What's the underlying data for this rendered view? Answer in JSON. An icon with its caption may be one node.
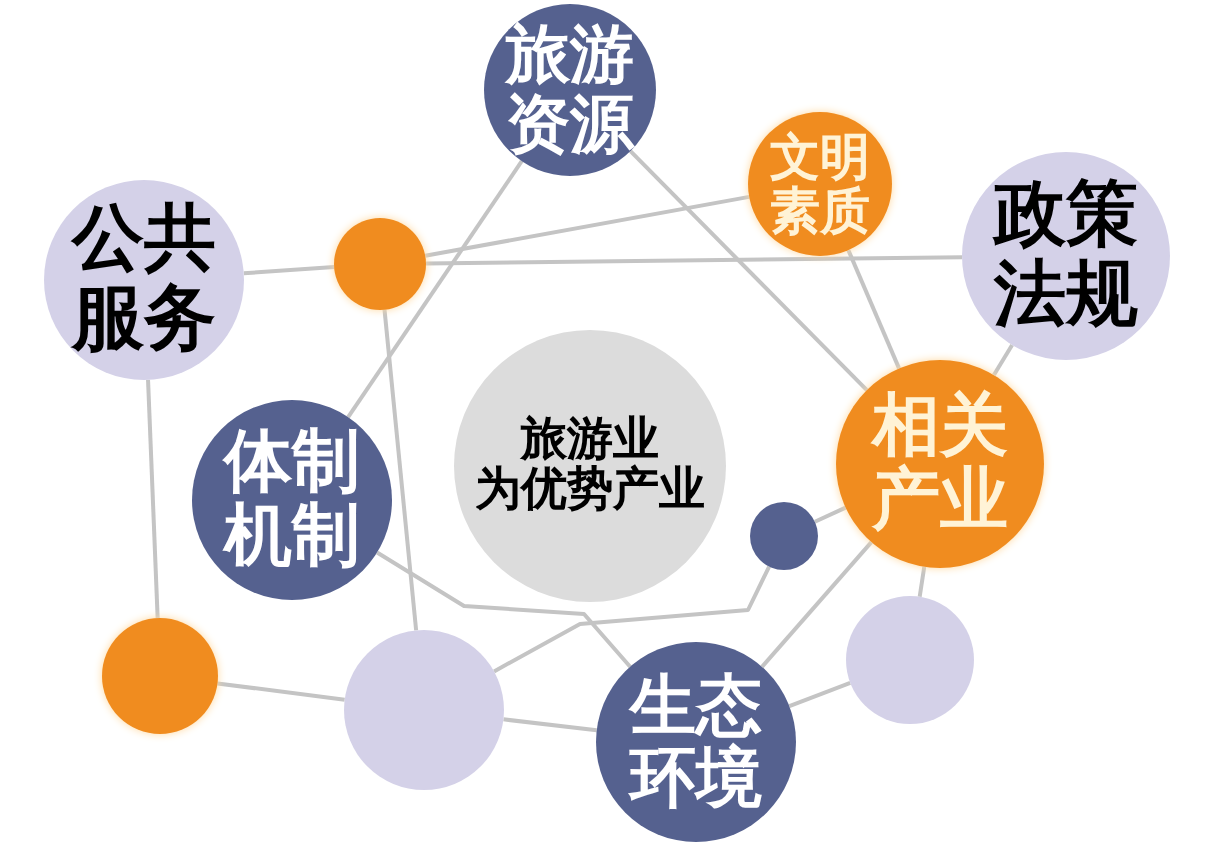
{
  "diagram": {
    "nodes": [
      {
        "text": [
          "旅游资源"
        ]
      },
      {
        "text": [
          "文明素质"
        ]
      },
      {
        "text": [
          "公共服务"
        ]
      },
      {
        "text": [
          "政策法规"
        ]
      },
      {
        "text": [],
        "shape": "circle"
      },
      {
        "text": [
          "旅游业为优势产业"
        ]
      },
      {
        "text": [
          "相关产业"
        ]
      },
      {
        "text": [
          "体制机制"
        ]
      },
      {
        "text": [],
        "shape": "circle"
      },
      {
        "text": [],
        "shape": "circle"
      },
      {
        "text": [],
        "shape": "circle"
      },
      {
        "text": [
          "生态环境"
        ]
      },
      {
        "text": [],
        "shape": "circle"
      }
    ],
    "edges": [
      {
        "from": 2,
        "to": 4,
        "arrow": "none"
      },
      {
        "from": 4,
        "to": 1,
        "arrow": "none"
      },
      {
        "from": 4,
        "to": 3,
        "arrow": "none"
      },
      {
        "from": 4,
        "to": 10,
        "arrow": "none"
      },
      {
        "from": 0,
        "to": 7,
        "arrow": "none"
      },
      {
        "from": 0,
        "to": 6,
        "arrow": "none"
      },
      {
        "from": 1,
        "to": 6,
        "arrow": "none"
      },
      {
        "from": 3,
        "to": 6,
        "arrow": "none"
      },
      {
        "from": 2,
        "to": 9,
        "arrow": "none"
      },
      {
        "from": 9,
        "to": 10,
        "arrow": "none"
      },
      {
        "from": 7,
        "to": 11,
        "arrow": "none"
      },
      {
        "from": 10,
        "to": 8,
        "arrow": "none"
      },
      {
        "from": 8,
        "to": 6,
        "arrow": "none"
      },
      {
        "from": 10,
        "to": 11,
        "arrow": "none"
      },
      {
        "from": 11,
        "to": 6,
        "arrow": "none"
      },
      {
        "from": 11,
        "to": 12,
        "arrow": "none"
      },
      {
        "from": 12,
        "to": 6,
        "arrow": "none"
      }
    ]
  }
}
